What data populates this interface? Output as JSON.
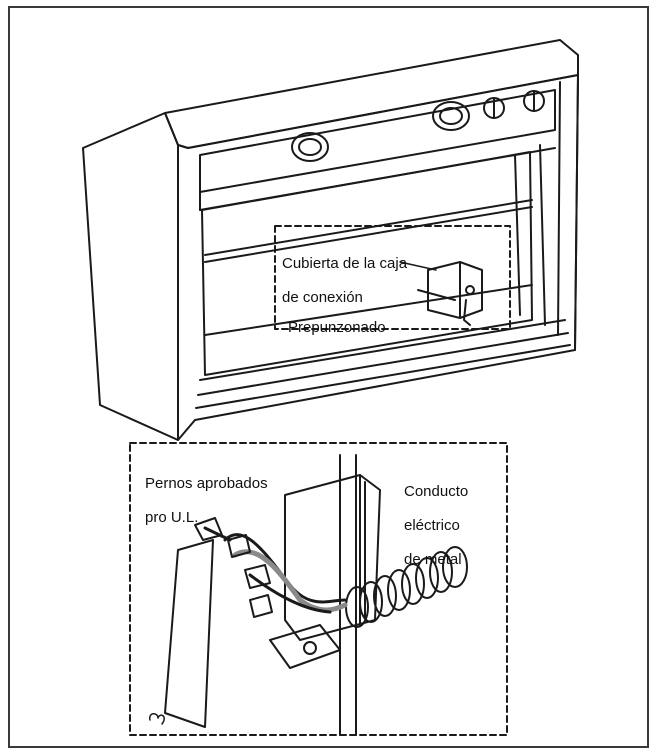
{
  "labels": {
    "junction_cover_line1": "Cubierta de la caja",
    "junction_cover_line2": "de conexión",
    "knockout": "Prepunzonado",
    "bolts_line1": "Pernos aprobados",
    "bolts_line2": "pro U.L.",
    "conduit_line1": "Conducto",
    "conduit_line2": "eléctrico",
    "conduit_line3": "de metal"
  },
  "colors": {
    "line": "#1a1a1a",
    "frame": "#3a3a3a",
    "wire_gray": "#8a8a8a"
  }
}
